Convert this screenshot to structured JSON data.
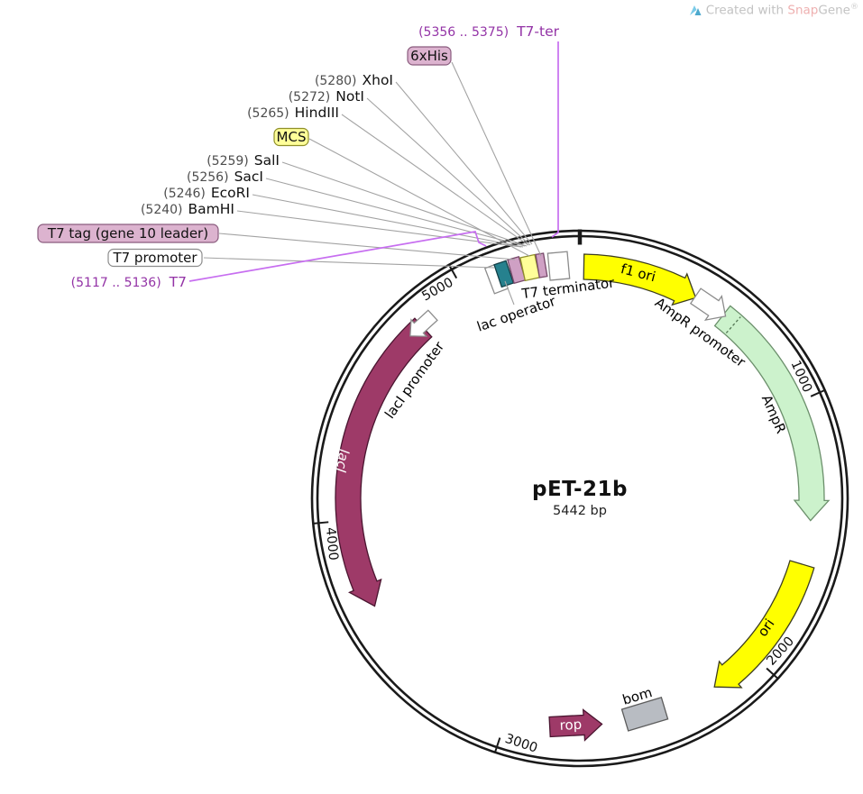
{
  "watermark": {
    "prefix": "Created with ",
    "brand_snap": "Snap",
    "brand_gene": "Gene",
    "registered": "®"
  },
  "plasmid": {
    "name": "pET-21b",
    "size_label": "5442 bp"
  },
  "chart_data": {
    "type": "plasmid_map",
    "title": "pET-21b",
    "subtitle": "5442 bp",
    "length_bp": 5442,
    "ruler_ticks": [
      1000,
      2000,
      3000,
      4000,
      5000
    ],
    "features": [
      {
        "id": "f1-ori",
        "label": "f1 ori",
        "shape": "arc_arrow",
        "direction": "cw",
        "deg_start": 1,
        "deg_end": 30,
        "fill": "#ffff00",
        "stroke": "#3d3d1f",
        "label_color": "#000000"
      },
      {
        "id": "ampr-promoter",
        "label": "AmpR promoter",
        "shape": "straight_arrow",
        "direction": "cw",
        "deg_start": 31,
        "deg_end": 37,
        "fill": "#ffffff",
        "stroke": "#8c8c8c",
        "label_color": "#000000"
      },
      {
        "id": "ampr",
        "label": "AmpR",
        "shape": "arc_arrow",
        "direction": "cw",
        "deg_start": 38,
        "deg_end": 95.5,
        "divider_deg": 41.5,
        "fill": "#ccf2cc",
        "stroke": "#6b8f6b",
        "label_color": "#000000"
      },
      {
        "id": "ori",
        "label": "ori",
        "shape": "arc_arrow",
        "direction": "cw",
        "deg_start": 106.5,
        "deg_end": 144.5,
        "fill": "#ffff00",
        "stroke": "#3d3d1f",
        "label_color": "#000000"
      },
      {
        "id": "bom",
        "label": "bom",
        "shape": "box",
        "deg_start": 158,
        "deg_end": 168.5,
        "fill": "#b8bcc2",
        "stroke": "#5c5c5c",
        "label_color": "#000000"
      },
      {
        "id": "rop",
        "label": "rop",
        "shape": "straight_arrow",
        "direction": "ccw",
        "deg_start": 188,
        "deg_end": 174,
        "fill": "#9e3a68",
        "stroke": "#4a1530",
        "label_color": "#ffffff"
      },
      {
        "id": "laci",
        "label": "lacI",
        "shape": "arc_arrow",
        "direction": "ccw",
        "deg_start": 317.5,
        "deg_end": 242.3,
        "fill": "#9e3a68",
        "stroke": "#4a1530",
        "label_color": "#ffffff",
        "label_style": "italic"
      },
      {
        "id": "laci-promoter",
        "label": "lacI promoter",
        "shape": "straight_arrow",
        "direction": "ccw",
        "deg_start": 324,
        "deg_end": 317,
        "fill": "#ffffff",
        "stroke": "#8c8c8c",
        "label_color": "#000000"
      },
      {
        "id": "t7-promoter-site",
        "label": "",
        "shape": "box",
        "deg_start": 337.5,
        "deg_end": 341,
        "fill": "#ffffff",
        "stroke": "#8c8c8c"
      },
      {
        "id": "lac-operator",
        "label": "lac operator",
        "shape": "box",
        "deg_start": 339.8,
        "deg_end": 342.8,
        "fill": "#26818e",
        "stroke": "#123f47",
        "label_color": "#000000"
      },
      {
        "id": "t7-tag-site",
        "label": "",
        "shape": "box",
        "deg_start": 343.1,
        "deg_end": 345.9,
        "fill": "#cfa0c4",
        "stroke": "#77496a"
      },
      {
        "id": "mcs-site",
        "label": "",
        "shape": "box",
        "deg_start": 346.0,
        "deg_end": 349.6,
        "fill": "#ffff99",
        "stroke": "#8f8f29"
      },
      {
        "id": "6xhis-site",
        "label": "",
        "shape": "box",
        "deg_start": 349.7,
        "deg_end": 351.6,
        "fill": "#cfa0c4",
        "stroke": "#77496a"
      },
      {
        "id": "t7-terminator",
        "label": "T7 terminator",
        "shape": "box",
        "deg_start": 352.4,
        "deg_end": 357.2,
        "fill": "#ffffff",
        "stroke": "#8c8c8c",
        "label_color": "#000000"
      }
    ],
    "callouts": [
      {
        "id": "t7-ter",
        "position": "(5356 .. 5375)",
        "label": "T7-ter",
        "style": "primer",
        "color": "#9333a6"
      },
      {
        "id": "6xhis",
        "label": "6xHis",
        "style": "tag_box",
        "bg": "#dcb3cf",
        "border": "#8a5c7e"
      },
      {
        "id": "xhoi",
        "position": "(5280)",
        "label": "XhoI",
        "style": "enzyme"
      },
      {
        "id": "noti",
        "position": "(5272)",
        "label": "NotI",
        "style": "enzyme"
      },
      {
        "id": "hindiii",
        "position": "(5265)",
        "label": "HindIII",
        "style": "enzyme"
      },
      {
        "id": "mcs",
        "label": "MCS",
        "style": "tag_box",
        "bg": "#ffff99",
        "border": "#8f8f29"
      },
      {
        "id": "sali",
        "position": "(5259)",
        "label": "SalI",
        "style": "enzyme"
      },
      {
        "id": "saci",
        "position": "(5256)",
        "label": "SacI",
        "style": "enzyme"
      },
      {
        "id": "ecori",
        "position": "(5246)",
        "label": "EcoRI",
        "style": "enzyme"
      },
      {
        "id": "bamhi",
        "position": "(5240)",
        "label": "BamHI",
        "style": "enzyme"
      },
      {
        "id": "t7-tag",
        "label": "T7 tag (gene 10 leader)",
        "style": "tag_box",
        "bg": "#dcb3cf",
        "border": "#8a5c7e"
      },
      {
        "id": "t7-promoter",
        "label": "T7 promoter",
        "style": "tag_box",
        "bg": "#ffffff",
        "border": "#8c8c8c"
      },
      {
        "id": "t7",
        "position": "(5117 .. 5136)",
        "label": "T7",
        "style": "primer",
        "color": "#9333a6"
      }
    ]
  }
}
